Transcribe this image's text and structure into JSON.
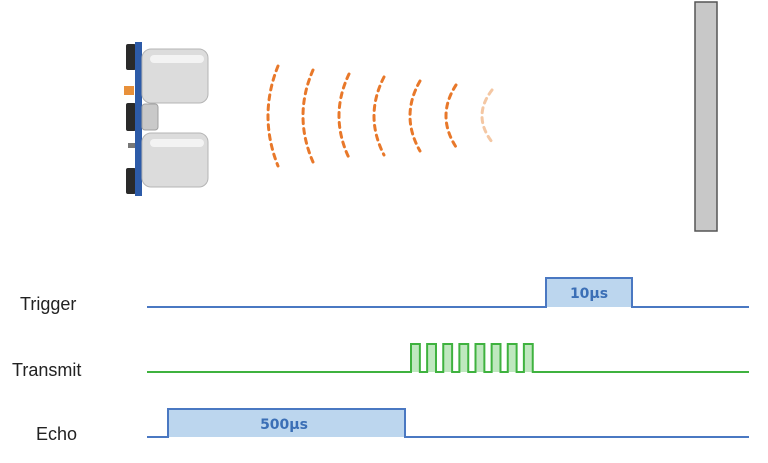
{
  "colors": {
    "trigger_line": "#4a78c2",
    "trigger_fill": "#bcd6ee",
    "transmit_line": "#3fb23f",
    "transmit_fill": "#bfe8bf",
    "echo_line": "#4a78c2",
    "echo_fill": "#bcd6ee",
    "wave": "#e8782a",
    "wave_faded": "#f4c7a3",
    "obstacle": "#c8c8c8",
    "pulse_text": "#3b6fb6"
  },
  "signals": {
    "trigger": {
      "label": "Trigger",
      "pulse_label": "10µs"
    },
    "transmit": {
      "label": "Transmit",
      "burst_cycles": 8
    },
    "echo": {
      "label": "Echo",
      "pulse_label": "500µs"
    }
  },
  "sensor": {
    "icon": "ultrasonic-sensor-icon"
  },
  "wave": {
    "icon": "sound-wave-icon",
    "arc_count": 7
  },
  "obstacle": {
    "icon": "wall-obstacle-icon"
  }
}
